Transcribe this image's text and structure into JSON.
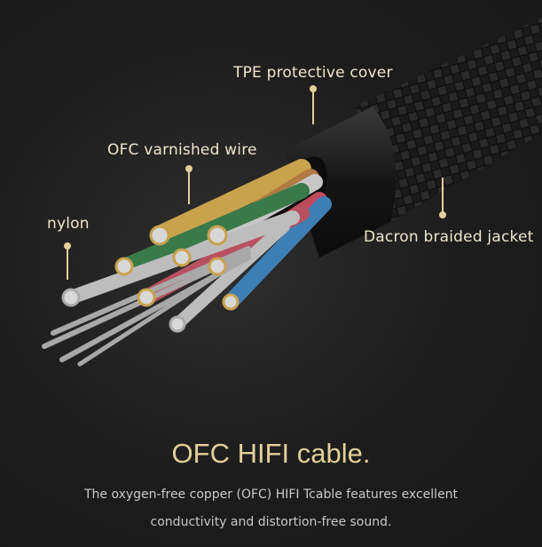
{
  "labels": {
    "tpe": "TPE protective cover",
    "ofc": "OFC varnished wire",
    "nylon": "nylon",
    "dacron": "Dacron braided jacket"
  },
  "title": "OFC HIFI cable.",
  "description": {
    "line1": "The oxygen-free copper (OFC) HIFI Tcable features excellent",
    "line2": "conductivity and distortion-free sound."
  },
  "colors": {
    "accent": "#e4cf98",
    "background": "#1b1b1b"
  }
}
